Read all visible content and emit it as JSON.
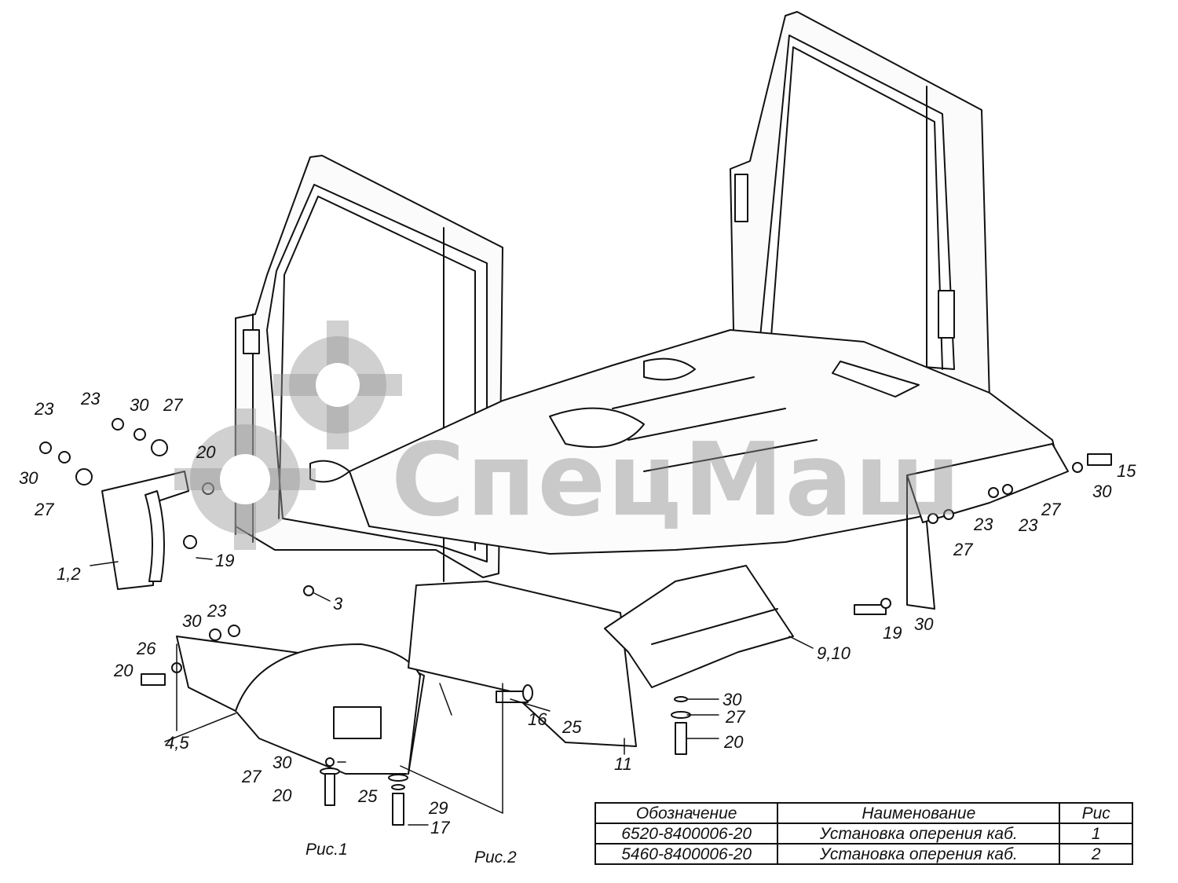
{
  "watermark": {
    "text": "СпецМаш",
    "color": "#8c8c8c"
  },
  "callouts": [
    {
      "id": "c23a",
      "text": "23"
    },
    {
      "id": "c30a",
      "text": "30"
    },
    {
      "id": "c27a",
      "text": "27"
    },
    {
      "id": "c23b",
      "text": "23"
    },
    {
      "id": "c30b",
      "text": "30"
    },
    {
      "id": "c27b",
      "text": "27"
    },
    {
      "id": "c20a",
      "text": "20"
    },
    {
      "id": "c19a",
      "text": "19"
    },
    {
      "id": "c12",
      "text": "1,2"
    },
    {
      "id": "c3",
      "text": "3"
    },
    {
      "id": "c30c",
      "text": "30"
    },
    {
      "id": "c23c",
      "text": "23"
    },
    {
      "id": "c26",
      "text": "26"
    },
    {
      "id": "c20b",
      "text": "20"
    },
    {
      "id": "c45",
      "text": "4,5"
    },
    {
      "id": "c30d",
      "text": "30"
    },
    {
      "id": "c27c",
      "text": "27"
    },
    {
      "id": "c20c",
      "text": "20"
    },
    {
      "id": "c25a",
      "text": "25"
    },
    {
      "id": "c29",
      "text": "29"
    },
    {
      "id": "c17",
      "text": "17"
    },
    {
      "id": "c16",
      "text": "16"
    },
    {
      "id": "c25b",
      "text": "25"
    },
    {
      "id": "c11",
      "text": "11"
    },
    {
      "id": "c910",
      "text": "9,10"
    },
    {
      "id": "c30e",
      "text": "30"
    },
    {
      "id": "c27d",
      "text": "27"
    },
    {
      "id": "c20d",
      "text": "20"
    },
    {
      "id": "c19b",
      "text": "19"
    },
    {
      "id": "c30f",
      "text": "30"
    },
    {
      "id": "c15",
      "text": "15"
    },
    {
      "id": "c30g",
      "text": "30"
    },
    {
      "id": "c27e",
      "text": "27"
    },
    {
      "id": "c23d",
      "text": "23"
    },
    {
      "id": "c23e",
      "text": "23"
    },
    {
      "id": "c27f",
      "text": "27"
    }
  ],
  "figures": {
    "fig1": "Рис.1",
    "fig2": "Рис.2"
  },
  "spec_table": {
    "headers": [
      "Обозначение",
      "Наименование",
      "Рис"
    ],
    "rows": [
      [
        "6520-8400006-20",
        "Установка оперения каб.",
        "1"
      ],
      [
        "5460-8400006-20",
        "Установка оперения каб.",
        "2"
      ]
    ]
  }
}
